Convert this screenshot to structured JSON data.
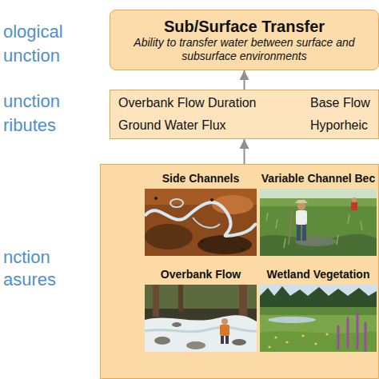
{
  "diagram": {
    "nodes": [
      {
        "text": [
          "Sub/Surface Transfer",
          "Ability to transfer water between surface and subsurface environments"
        ]
      },
      {
        "text": [
          "Overbank Flow Duration",
          "Base Flow",
          "Ground Water Flux",
          "Hyporheic"
        ]
      },
      {
        "text": []
      },
      {
        "text": [
          "Side Channels"
        ],
        "in": 2
      },
      {
        "text": [
          "Variable Channel Bec"
        ],
        "in": 2
      },
      {
        "text": [
          "Overbank Flow"
        ],
        "in": 2
      },
      {
        "text": [
          "Wetland Vegetation"
        ],
        "in": 2
      }
    ],
    "edges": [
      {
        "from": 1,
        "to": 0,
        "arrow": "to"
      },
      {
        "from": 2,
        "to": 1,
        "arrow": "to"
      }
    ],
    "labels": [
      "ological unction",
      "unction ributes",
      "nction asures"
    ]
  }
}
